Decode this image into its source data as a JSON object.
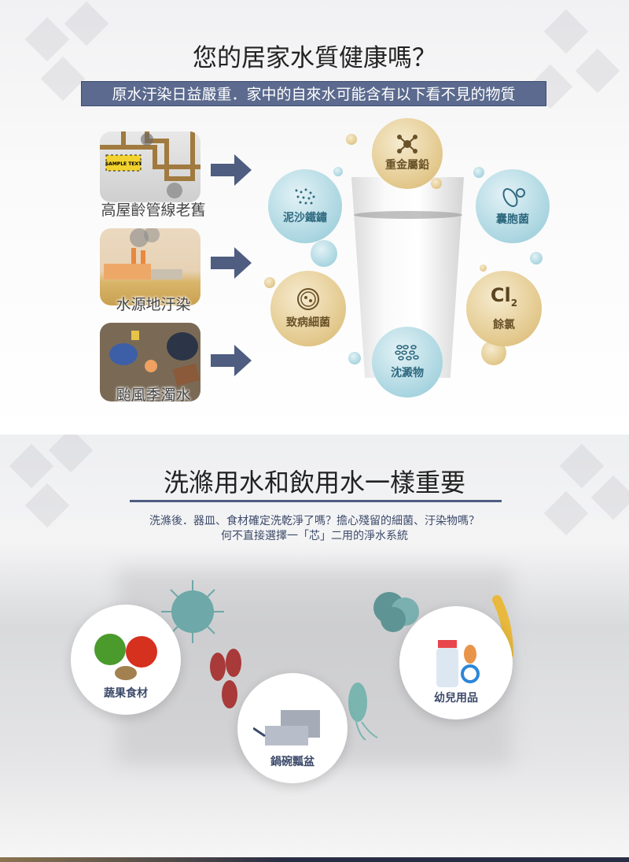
{
  "section1": {
    "title": "您的居家水質健康嗎？",
    "banner": "原水汙染日益嚴重．家中的自來水可能含有以下看不見的物質",
    "sources": [
      {
        "label": "高屋齡管線老舊",
        "sign_text": "SAMPLE TEXT"
      },
      {
        "label": "水源地汙染"
      },
      {
        "label": "颱風季濁水"
      }
    ],
    "contaminants": [
      {
        "label": "重金屬鉛",
        "icon": "molecule-icon",
        "color": "gold"
      },
      {
        "label": "泥沙鐵鏽",
        "icon": "particles-icon",
        "color": "blue"
      },
      {
        "label": "囊胞菌",
        "icon": "bacteria-icon",
        "color": "blue"
      },
      {
        "label": "致病細菌",
        "icon": "petri-dish-icon",
        "color": "gold"
      },
      {
        "label": "餘氯",
        "symbol": "Cl",
        "subscript": "2",
        "color": "gold"
      },
      {
        "label": "沈澱物",
        "icon": "sediment-icon",
        "color": "blue"
      }
    ],
    "colors": {
      "banner": "#5b6a8e",
      "arrow": "#4e5d80",
      "gold": "#e2c78a",
      "blue": "#a9d5e0"
    }
  },
  "section2": {
    "title": "洗滌用水和飲用水一樣重要",
    "line1": "洗滌後．器皿、食材確定洗乾淨了嗎？擔心殘留的細菌、汙染物嗎？",
    "line2": "何不直接選擇一「芯」二用的淨水系統",
    "items": [
      {
        "label": "蔬果食材"
      },
      {
        "label": "鍋碗瓢盆"
      },
      {
        "label": "幼兒用品"
      }
    ]
  }
}
